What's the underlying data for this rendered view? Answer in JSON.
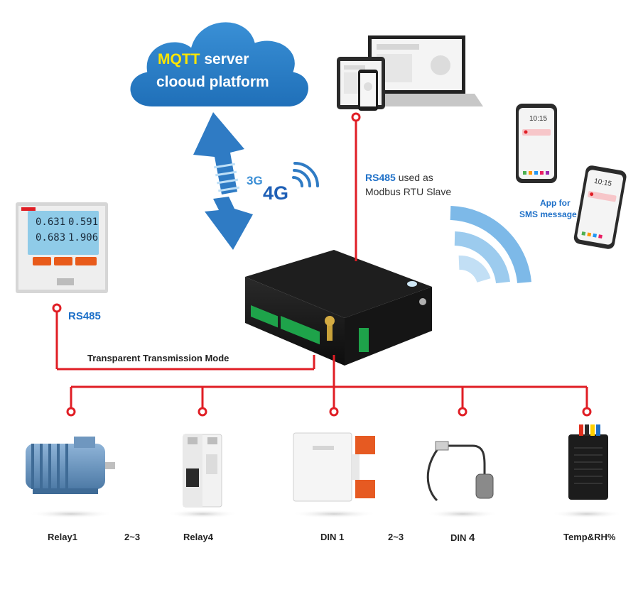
{
  "cloud": {
    "line1_highlight": "MQTT",
    "line1_rest": " server",
    "line2": "clooud platform"
  },
  "network": {
    "g3": "3G",
    "g4": "4G"
  },
  "rs485_top": {
    "bold": "RS485",
    "rest": " used as",
    "line2": "Modbus RTU Slave"
  },
  "app": {
    "line1": "App for",
    "line2": "SMS message"
  },
  "meter": {
    "row1a": "0.631",
    "row1b": "0.591",
    "row2a": "0.683",
    "row2b": "1.906"
  },
  "phone": {
    "time": "10:15"
  },
  "rs485_left": "RS485",
  "transparent_mode": "Transparent Transmission Mode",
  "devices": {
    "relay1": "Relay1",
    "relay_range": "2~3",
    "relay4": "Relay4",
    "din1": "DIN 1",
    "din_range": "2~3",
    "din4_prefix": "DIN ",
    "din4_num": "4",
    "temp": "Temp&RH%"
  },
  "colors": {
    "wire": "#e01e25",
    "cloud": "#2b7fc6",
    "arrow": "#2f7bc4",
    "accent_blue": "#1e70c8",
    "yellow": "#ffe600"
  }
}
